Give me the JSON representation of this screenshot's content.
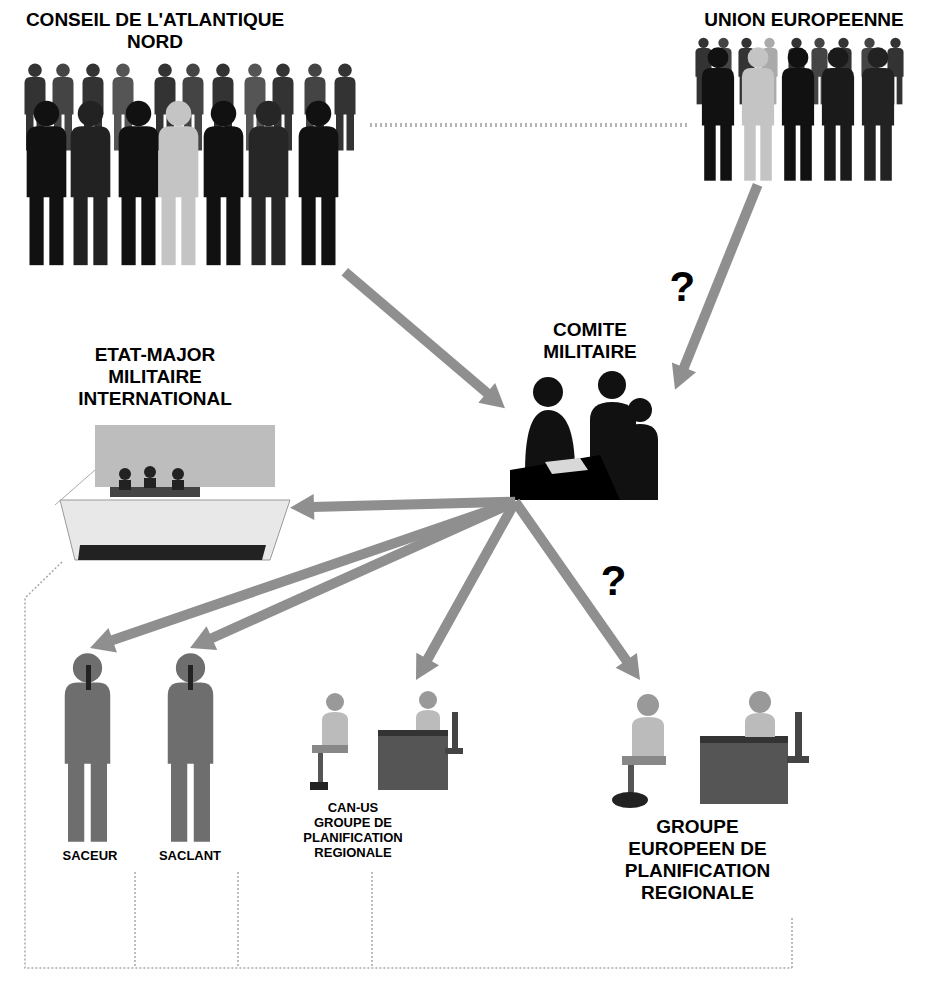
{
  "diagram": {
    "nodes": [
      {
        "text": [
          "CONSEIL DE L'ATLANTIQUE NORD"
        ]
      },
      {
        "text": [
          "UNION EUROPEENNE"
        ]
      },
      {
        "text": [
          "COMITE MILITAIRE"
        ]
      },
      {
        "text": [
          "ETAT-MAJOR MILITAIRE INTERNATIONAL"
        ]
      },
      {
        "text": [
          "SACEUR"
        ]
      },
      {
        "text": [
          "SACLANT"
        ]
      },
      {
        "text": [
          "CAN-US GROUPE DE PLANIFICATION REGIONALE"
        ]
      },
      {
        "text": [
          "GROUPE EUROPEEN DE PLANIFICATION REGIONALE"
        ]
      }
    ],
    "edges": [
      {
        "from": 0,
        "to": 1,
        "arrow": "none"
      },
      {
        "from": 0,
        "to": 2,
        "arrow": "to"
      },
      {
        "from": 1,
        "to": 2,
        "label": "?",
        "arrow": "to"
      },
      {
        "from": 2,
        "to": 3,
        "arrow": "to"
      },
      {
        "from": 2,
        "to": 4,
        "arrow": "to"
      },
      {
        "from": 2,
        "to": 5,
        "arrow": "to"
      },
      {
        "from": 2,
        "to": 6,
        "arrow": "to"
      },
      {
        "from": 2,
        "to": 7,
        "label": "?",
        "arrow": "to"
      }
    ]
  }
}
